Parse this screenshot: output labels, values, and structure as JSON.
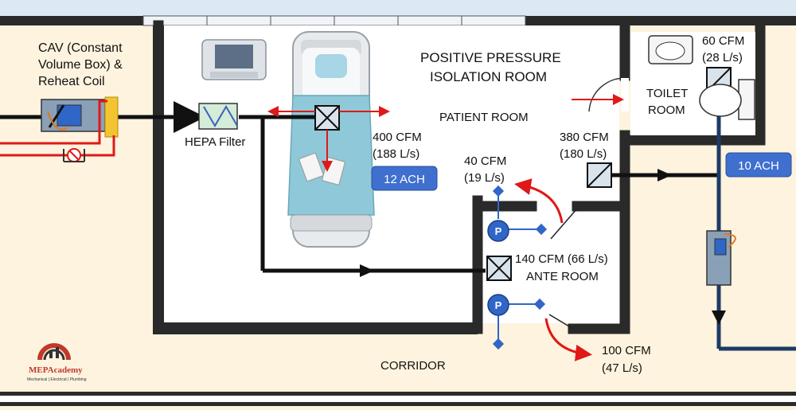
{
  "labels": {
    "cav_line1": "CAV (Constant",
    "cav_line2": "Volume Box) &",
    "cav_line3": "Reheat Coil",
    "hepa": "HEPA Filter",
    "room_title_1": "POSITIVE PRESSURE",
    "room_title_2": "ISOLATION ROOM",
    "patient_room": "PATIENT ROOM",
    "supply_cfm": "400 CFM",
    "supply_ls": "(188 L/s)",
    "ach_patient": "12 ACH",
    "transfer_cfm": "40 CFM",
    "transfer_ls": "(19 L/s)",
    "exhaust_cfm": "380 CFM",
    "exhaust_ls": "(180 L/s)",
    "toilet_cfm": "60 CFM",
    "toilet_ls": "(28 L/s)",
    "toilet_1": "TOILET",
    "toilet_2": "ROOM",
    "ach_toilet": "10 ACH",
    "ante_cfm": "140 CFM (66 L/s)",
    "ante_room": "ANTE ROOM",
    "corridor": "CORRIDOR",
    "corridor_cfm": "100 CFM",
    "corridor_ls": "(47 L/s)",
    "pressure_1": "P",
    "pressure_2": "P",
    "logo_name": "MEPAcademy",
    "logo_sub": "Mechanical | Electrical | Plumbing"
  },
  "colors": {
    "wall": "#222222",
    "room_fill": "#ffffff",
    "outside_fill": "#fdf3de",
    "duct": "#111111",
    "exhaust_duct": "#1e3a66",
    "airflow_arrow": "#e01818",
    "badge": "#3f6fcf",
    "pressure_sensor": "#2f66c8",
    "window": "#dce9f5"
  }
}
